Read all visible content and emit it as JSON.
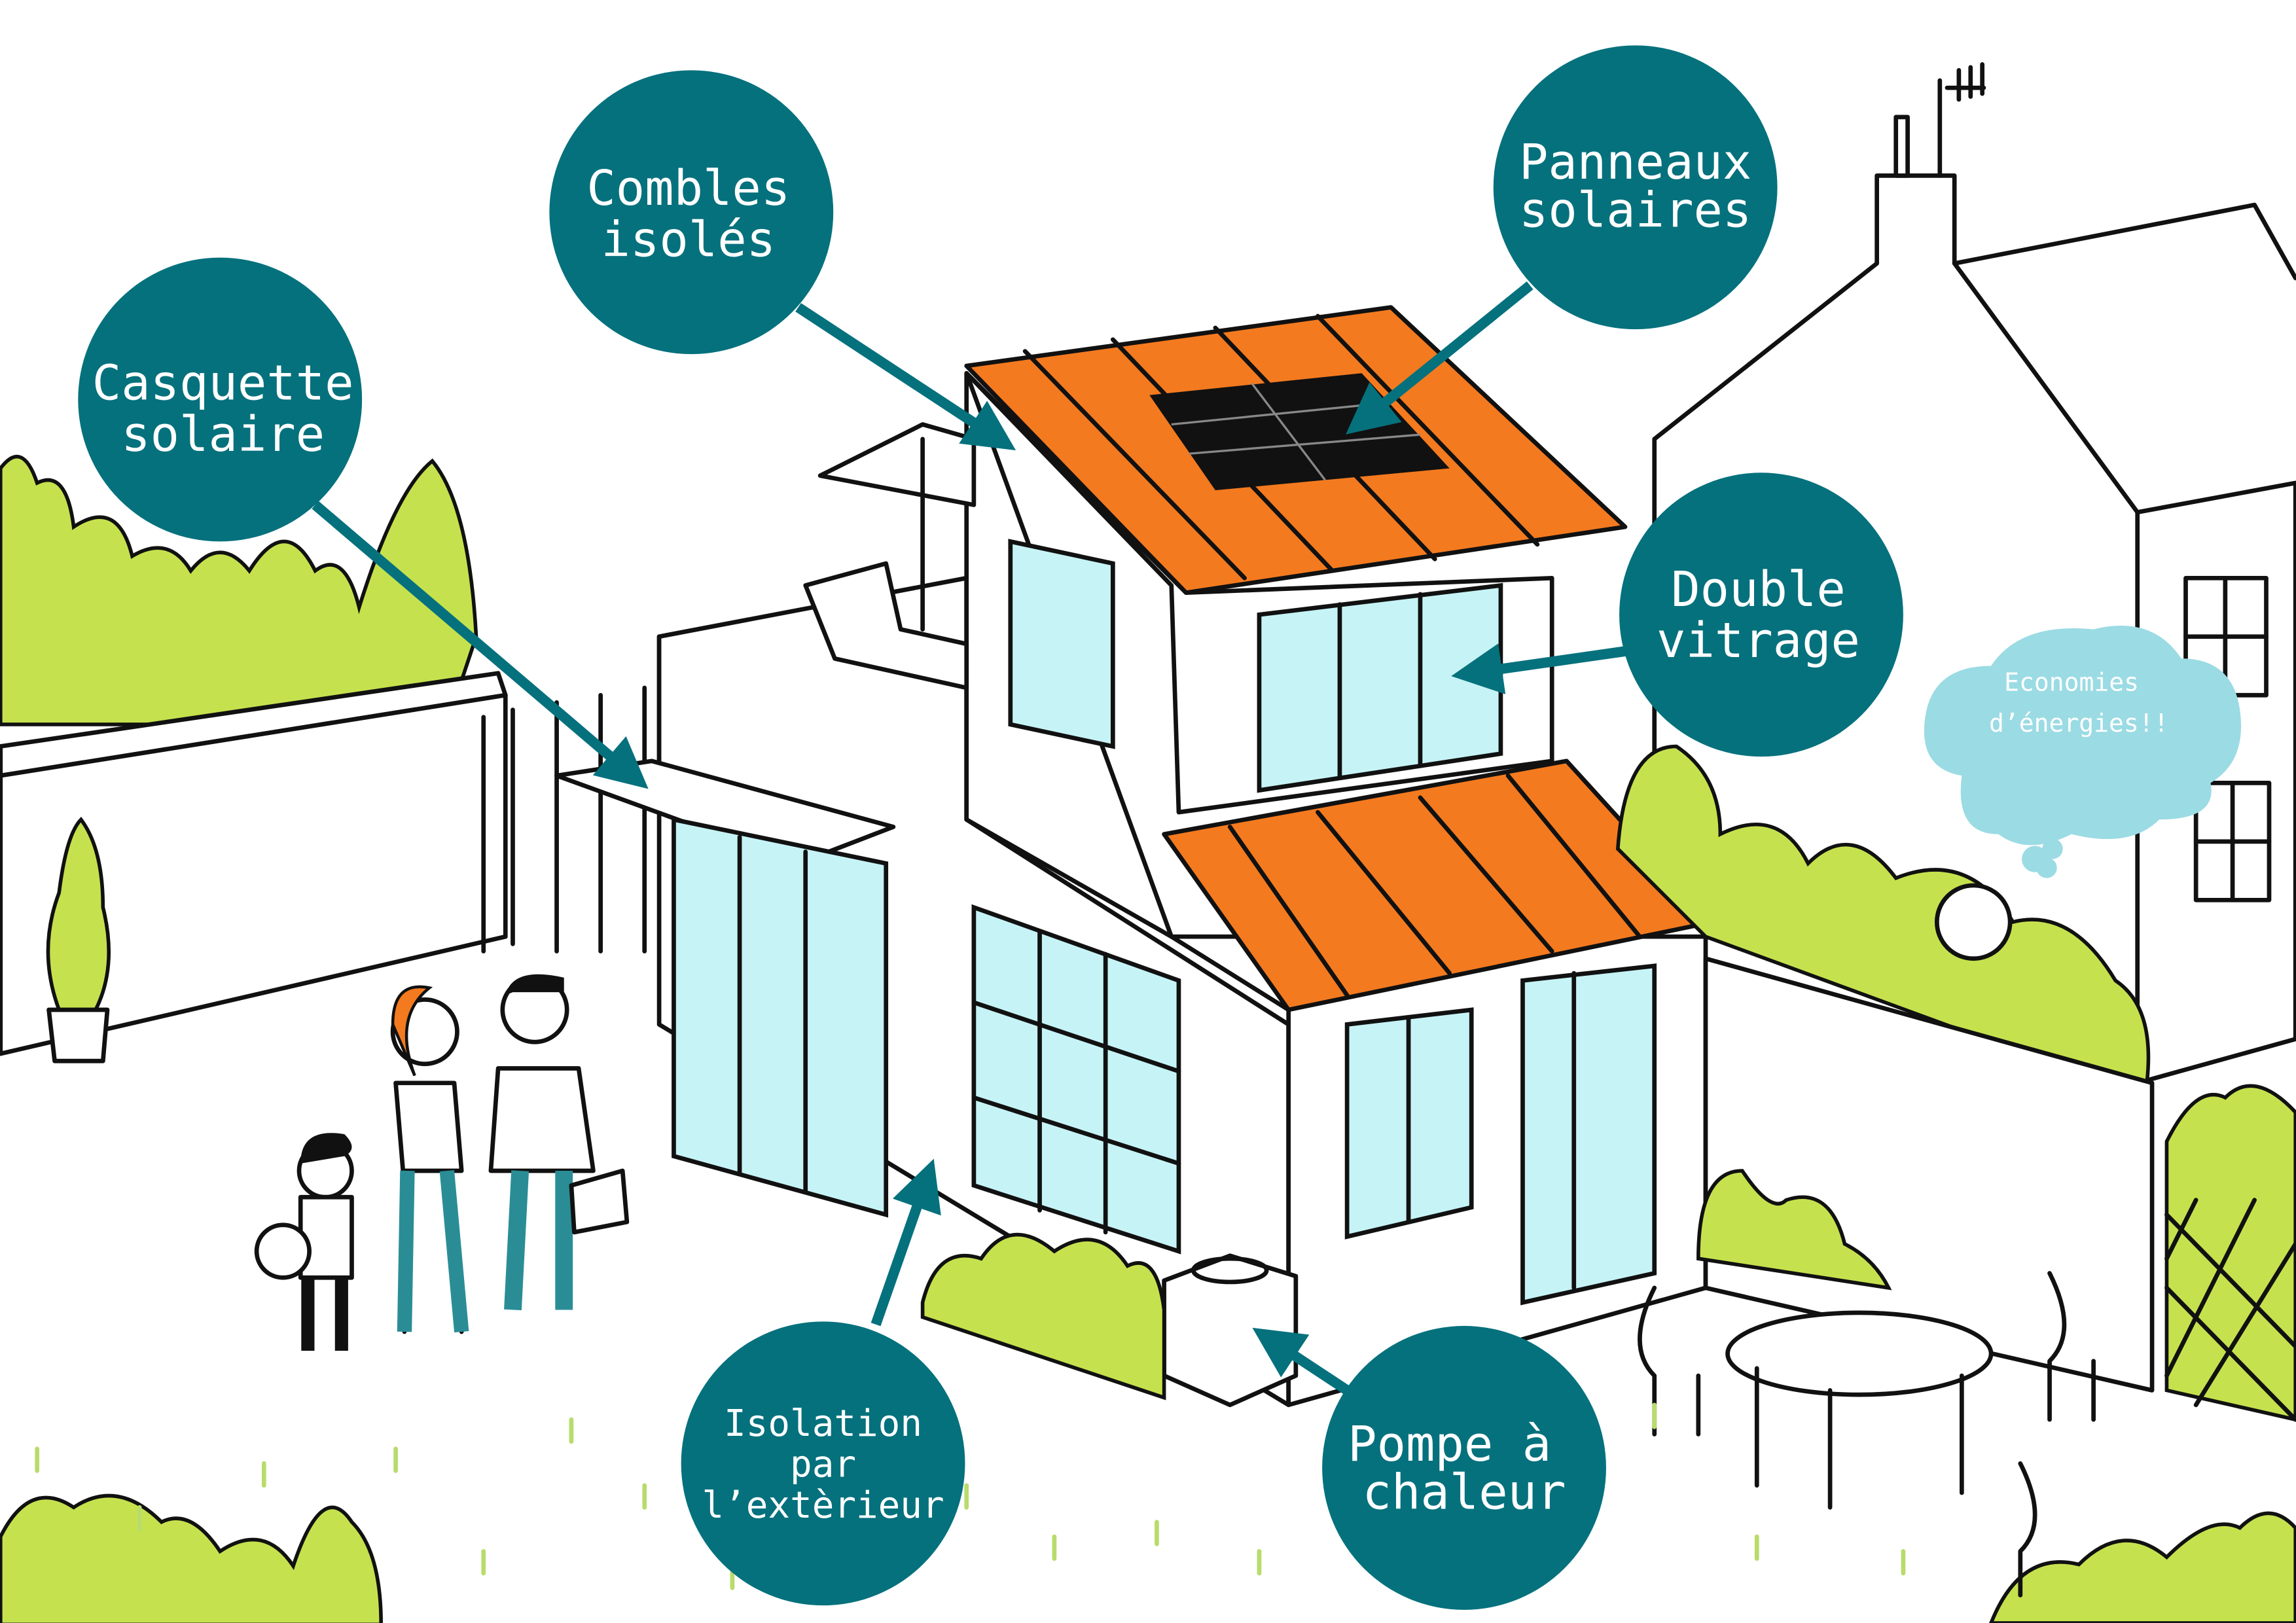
{
  "labels": {
    "casquette": [
      "Casquette",
      "solaire"
    ],
    "combles": [
      "Combles",
      "isolés"
    ],
    "panneaux": [
      "Panneaux",
      "solaires"
    ],
    "double_vitrage": [
      "Double",
      "vitrage"
    ],
    "isolation": [
      "Isolation",
      "par",
      "l’extèrieur"
    ],
    "pompe": [
      "Pompe à",
      "chaleur"
    ]
  },
  "thought_bubble": [
    "Economies",
    "d’énergies!!"
  ],
  "colors": {
    "bubble": "#05717d",
    "roof": "#f47a1f",
    "glass": "#c6f3f6",
    "foliage": "#c5e24e",
    "cloud": "#9bdbe4"
  }
}
